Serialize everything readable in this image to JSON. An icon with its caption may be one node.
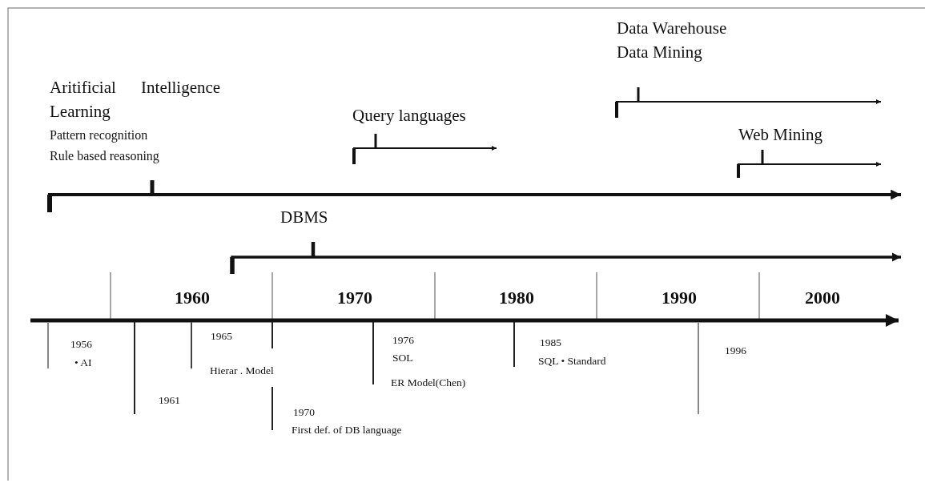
{
  "diagram": {
    "labels": [
      "Data Warehouse",
      "Data Mining",
      "Aritificial Intelligence",
      "Learning",
      "Query languages",
      "Pattern recognition",
      "Web Mining",
      "Rule based reasoning",
      "DBMS",
      "1960",
      "1970",
      "1980",
      "1990",
      "2000",
      "1956",
      "• AI",
      "1965",
      "Hierar . Model",
      "1976",
      "SOL",
      "ER Model(Chen)",
      "1985",
      "SQL • Standard",
      "1996",
      "1961",
      "1970",
      "First def. of DB language"
    ]
  }
}
